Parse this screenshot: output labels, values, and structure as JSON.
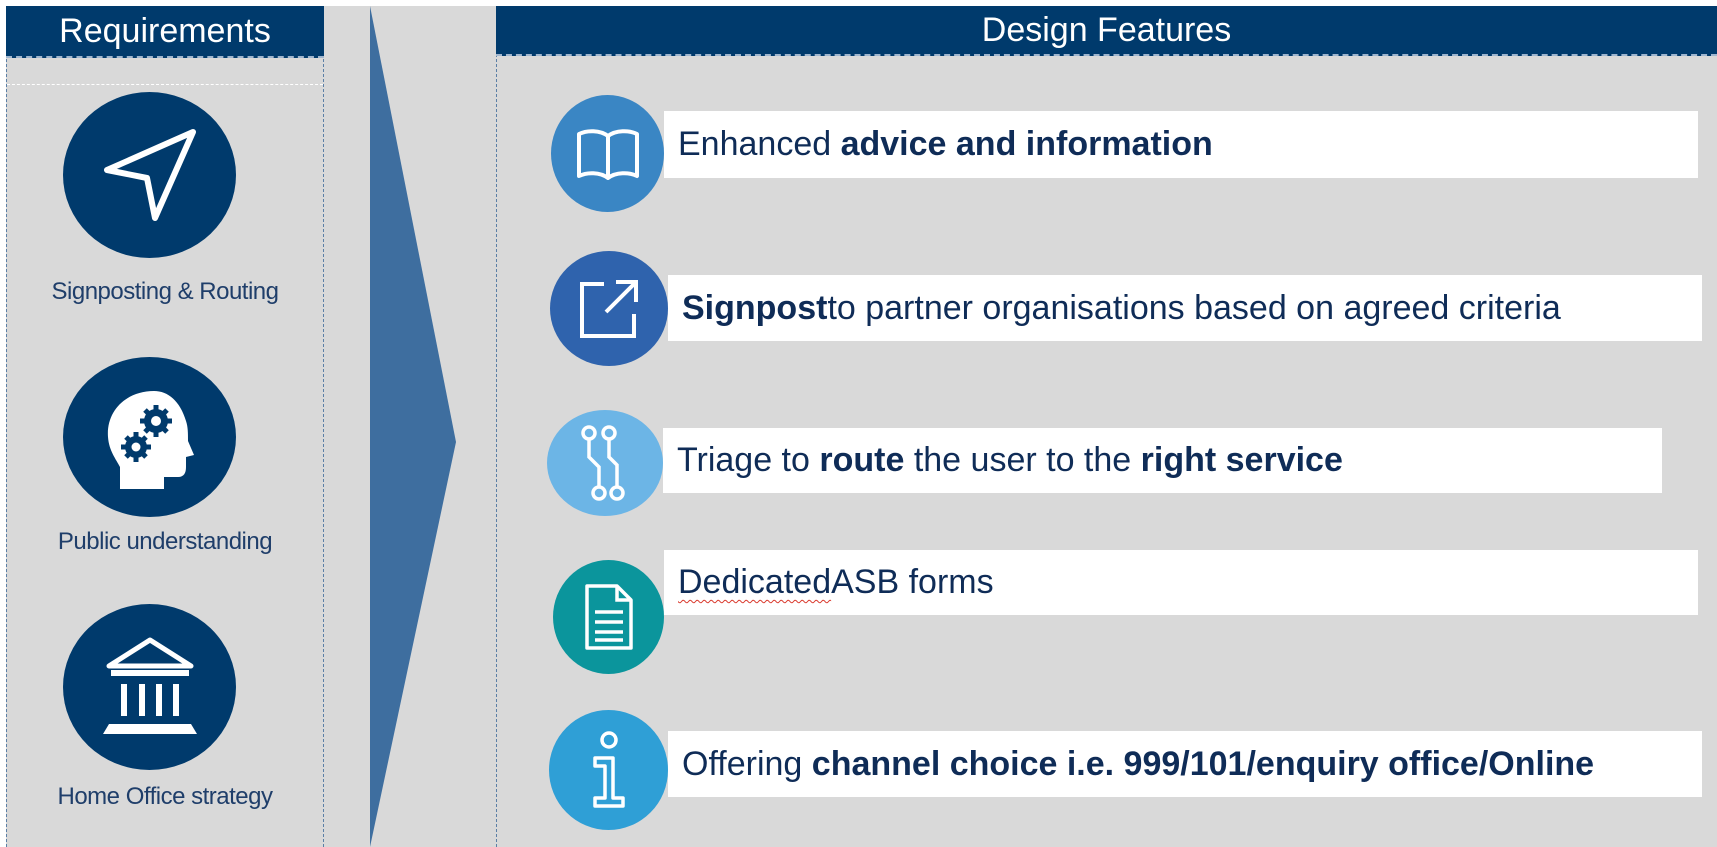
{
  "requirements": {
    "title": "Requirements",
    "items": [
      {
        "label": "Signposting & Routing",
        "icon": "navigation-arrow-icon"
      },
      {
        "label": "Public understanding",
        "icon": "head-gears-icon"
      },
      {
        "label": "Home Office strategy",
        "icon": "government-building-icon"
      }
    ]
  },
  "features": {
    "title": "Design Features",
    "items": [
      {
        "icon": "open-book-icon",
        "color": "#3a86c4",
        "parts": [
          "Enhanced ",
          "advice and information"
        ]
      },
      {
        "icon": "external-link-icon",
        "color": "#2f63ad",
        "parts": [
          "Signpost",
          " to partner organisations based on agreed criteria"
        ]
      },
      {
        "icon": "route-branch-icon",
        "color": "#6cb5e6",
        "parts": [
          "Triage to ",
          "route",
          " the user to the ",
          "right service"
        ]
      },
      {
        "icon": "document-icon",
        "color": "#0b959c",
        "parts": [
          "Dedicated",
          " ASB forms"
        ]
      },
      {
        "icon": "info-icon",
        "color": "#2f9fd6",
        "parts": [
          "Offering ",
          "channel choice i.e. 999/101/enquiry office/Online"
        ]
      }
    ]
  },
  "colors": {
    "navy": "#003a6c",
    "panel": "#d9d9d9",
    "arrow": "#3e6e9f",
    "text": "#0f2c57"
  }
}
